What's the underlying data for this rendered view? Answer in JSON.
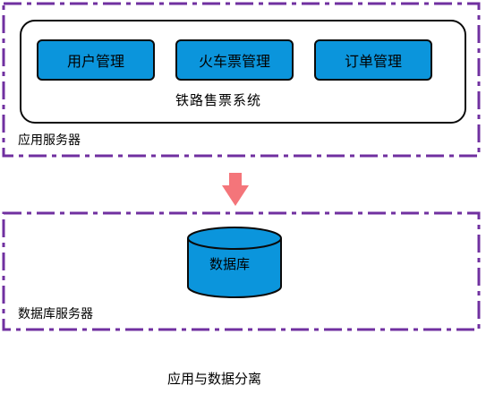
{
  "app_server": {
    "label": "应用服务器",
    "system": {
      "title": "铁路售票系统",
      "modules": [
        "用户管理",
        "火车票管理",
        "订单管理"
      ]
    }
  },
  "db_server": {
    "label": "数据库服务器",
    "database_label": "数据库"
  },
  "caption": "应用与数据分离",
  "colors": {
    "dash_border": "#7030a0",
    "module_fill": "#0b95dc",
    "arrow": "#f4757a",
    "outline": "#0a0a0a"
  }
}
